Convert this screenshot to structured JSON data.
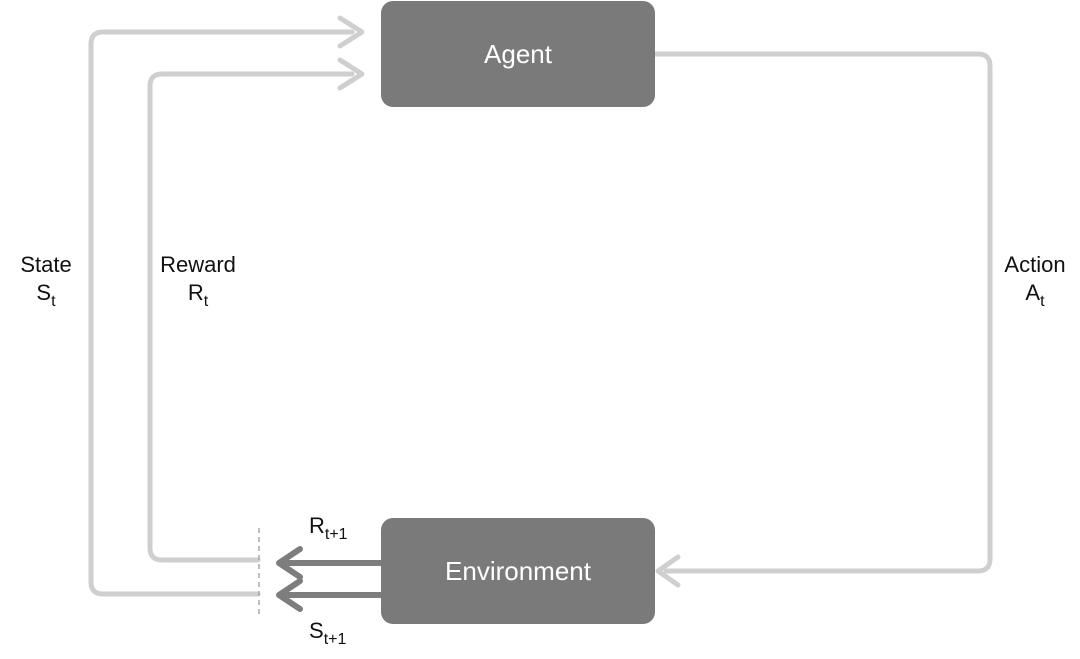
{
  "diagram": {
    "agent_label": "Agent",
    "environment_label": "Environment",
    "state": {
      "title": "State",
      "symbol": "S",
      "subscript": "t"
    },
    "reward": {
      "title": "Reward",
      "symbol": "R",
      "subscript": "t"
    },
    "action": {
      "title": "Action",
      "symbol": "A",
      "subscript": "t"
    },
    "reward_next": {
      "symbol": "R",
      "subscript": "t+1"
    },
    "state_next": {
      "symbol": "S",
      "subscript": "t+1"
    },
    "colors": {
      "box_fill": "#7a7a7a",
      "box_text": "#ffffff",
      "loop_arrow": "#cfcfcf",
      "output_arrow": "#7d7d7d",
      "divider": "#aaaaaa"
    }
  }
}
